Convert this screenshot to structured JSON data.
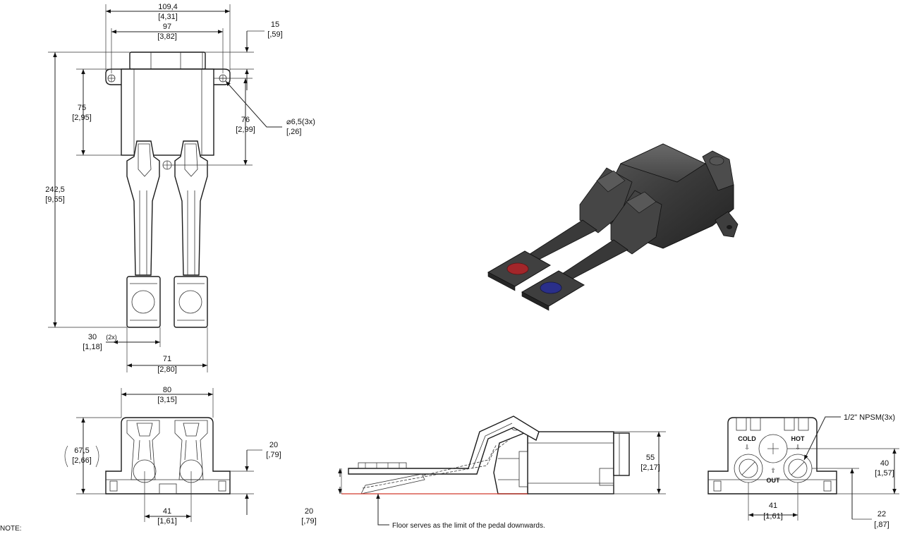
{
  "dimensions": {
    "top_overall_width": {
      "mm": "109,4",
      "in": "[4,31]"
    },
    "top_hole_spacing": {
      "mm": "97",
      "in": "[3,82]"
    },
    "top_flange_height": {
      "mm": "15",
      "in": "[,59]"
    },
    "top_left_body_height": {
      "mm": "75",
      "in": "[2,95]"
    },
    "top_right_body_height": {
      "mm": "76",
      "in": "[2,99]"
    },
    "mount_hole": {
      "mm": "⌀6,5(3x)",
      "in": "[,26]"
    },
    "overall_length": {
      "mm": "242,5",
      "in": "[9,55]"
    },
    "pedal_width": {
      "mm": "30",
      "qty": "(2x)",
      "in": "[1,18]"
    },
    "pedal_span": {
      "mm": "71",
      "in": "[2,80]"
    },
    "front_width": {
      "mm": "80",
      "in": "[3,15]"
    },
    "front_height": {
      "mm": "67,5",
      "in": "[2,66]"
    },
    "front_foot_height": {
      "mm": "20",
      "in": "[,79]"
    },
    "front_pedal_spacing": {
      "mm": "41",
      "in": "[1,61]"
    },
    "side_height": {
      "mm": "55",
      "in": "[2,17]"
    },
    "side_pedal_lift": {
      "mm": "20",
      "in": "[,79]"
    },
    "rear_port_spacing": {
      "mm": "41",
      "in": "[1,61]"
    },
    "rear_height": {
      "mm": "40",
      "in": "[1,57]"
    },
    "rear_outlet_height": {
      "mm": "22",
      "in": "[,87]"
    }
  },
  "labels": {
    "ports": "1/2\" NPSM(3x)",
    "cold": "COLD",
    "hot": "HOT",
    "out": "OUT",
    "floor_note": "Floor serves as the limit of the pedal downwards.",
    "note": "NOTE:"
  },
  "colors": {
    "hot_button": "#a3262a",
    "cold_button": "#2a2f8a",
    "floor_line": "#d23a2e",
    "render_body": "#3c3c3c"
  }
}
